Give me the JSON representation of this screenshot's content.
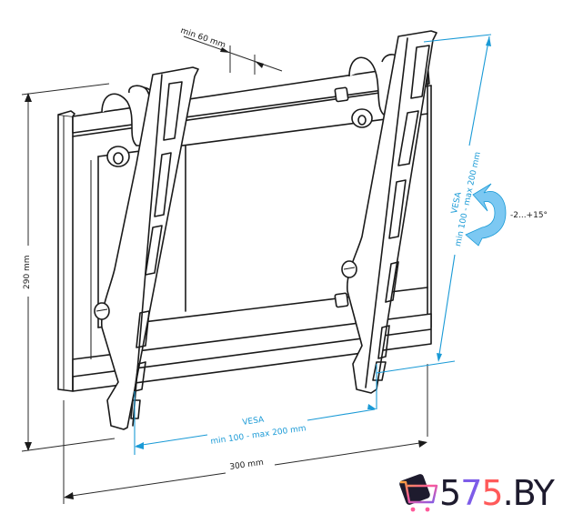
{
  "diagram": {
    "subject": "Tilting TV wall mount bracket",
    "dimensions": {
      "height": "290 mm",
      "width": "300 mm",
      "min_gap": "min 60 mm",
      "vesa_horizontal": {
        "title": "VESA",
        "range": "min 100 - max 200 mm"
      },
      "vesa_vertical": {
        "title": "VESA",
        "range": "min 100 - max 200 mm"
      },
      "tilt": "-2...+15°"
    },
    "colors": {
      "line": "#1a1a1a",
      "dimension_accent": "#1a9ad6",
      "tilt_arrow": "#5ab8ec"
    }
  },
  "logo": {
    "text_parts": [
      "5",
      "7",
      "5",
      ".BY"
    ],
    "full_text": "575.BY",
    "icon": "shopping-cart-icon",
    "colors": {
      "dark": "#1e1b2e",
      "purple": "#7d5ce8",
      "red": "#ff5a5a",
      "orange": "#ffa53a"
    }
  }
}
